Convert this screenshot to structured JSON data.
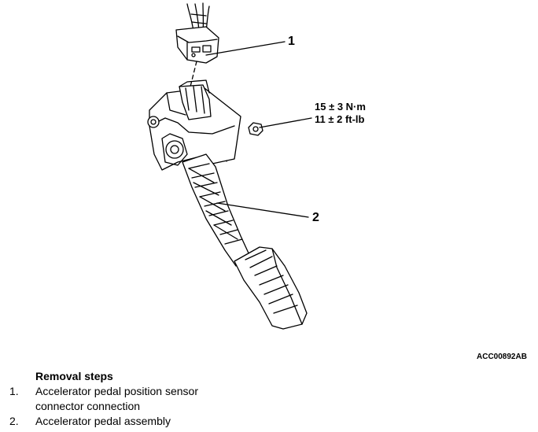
{
  "callouts": {
    "part1": "1",
    "part2": "2"
  },
  "torque": {
    "metric": "15 ± 3 N·m",
    "imperial": "11 ± 2 ft-lb"
  },
  "figure_code": "ACC00892AB",
  "removal": {
    "title": "Removal steps",
    "steps": [
      {
        "num": "1.",
        "text": "Accelerator pedal position sensor connector connection"
      },
      {
        "num": "2.",
        "text": "Accelerator pedal assembly"
      }
    ]
  }
}
